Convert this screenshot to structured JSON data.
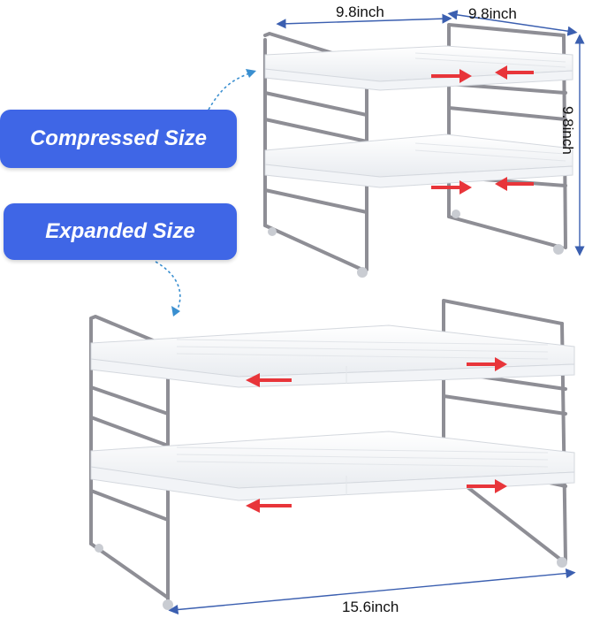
{
  "labels": {
    "compressed": "Compressed Size",
    "expanded": "Expanded Size"
  },
  "dimensions": {
    "compressed_width": "9.8inch",
    "compressed_depth": "9.8inch",
    "height": "9.8inch",
    "expanded_width": "15.6inch"
  },
  "colors": {
    "label_background": "#3f66e6",
    "label_text": "#ffffff",
    "frame": "#8e8e95",
    "shelf": "#f6f7f9",
    "dimension_line": "#3b5fb0",
    "arrow": "#e8353a",
    "connector": "#3a8fd0"
  },
  "icons": [
    "compress-arrow-icon",
    "expand-arrow-icon"
  ]
}
